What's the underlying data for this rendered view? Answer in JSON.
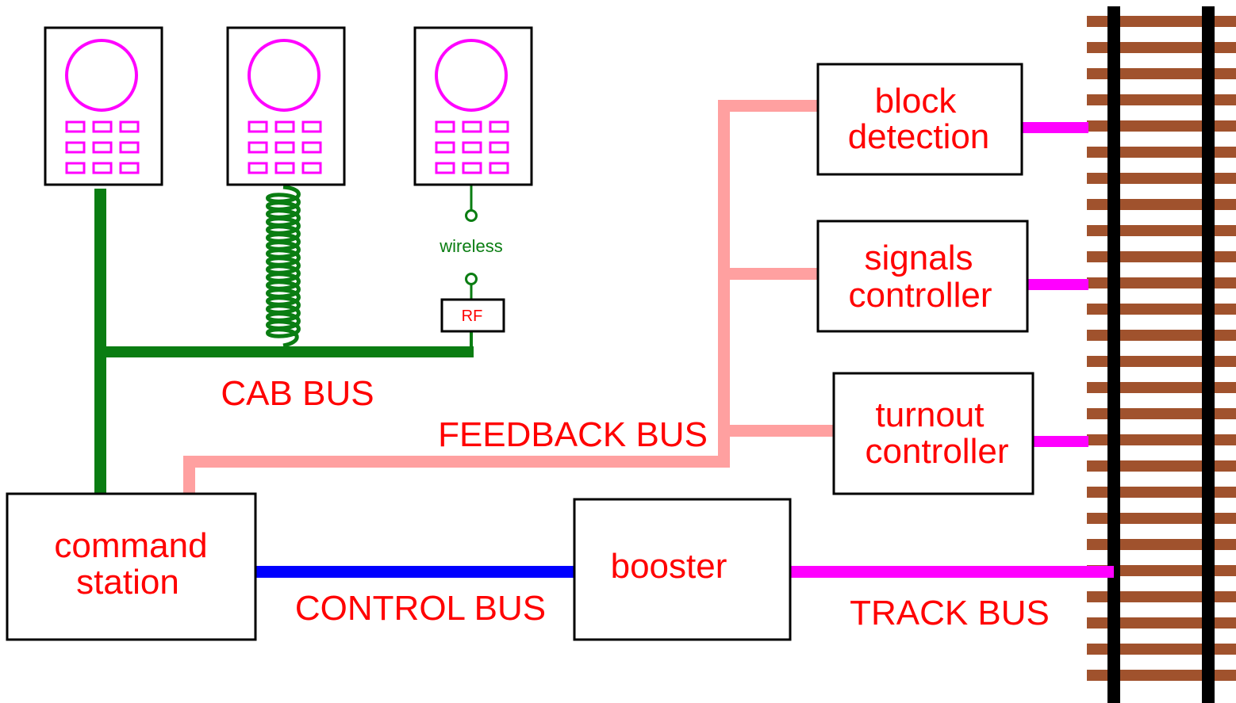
{
  "colors": {
    "background": "#ffffff",
    "cab_bus": "#0a7d12",
    "feedback_bus": "#ffa0a0",
    "control_bus": "#0000ff",
    "track_bus": "#ff00ff",
    "text": "#ff0000",
    "handheld": "#ff00ff",
    "rail": "#000000",
    "tie": "#a0522d",
    "box_border": "#000000"
  },
  "handheld_cabs": [
    {
      "name": "cab-wired",
      "connection": "wired"
    },
    {
      "name": "cab-coiled",
      "connection": "coiled-cord"
    },
    {
      "name": "cab-wireless",
      "connection": "wireless"
    }
  ],
  "wireless": {
    "label": "wireless",
    "rf_label": "RF"
  },
  "buses": {
    "cab": "CAB BUS",
    "feedback": "FEEDBACK BUS",
    "control": "CONTROL BUS",
    "track": "TRACK BUS"
  },
  "boxes": {
    "command_station": [
      "command",
      "station"
    ],
    "booster": [
      "booster"
    ],
    "block_detection": [
      "block",
      "detection"
    ],
    "signals_controller": [
      "signals",
      "controller"
    ],
    "turnout_controller": [
      "turnout",
      "controller"
    ]
  },
  "icons": {
    "handheld": "handheld-throttle-icon",
    "track": "railroad-track-icon"
  }
}
